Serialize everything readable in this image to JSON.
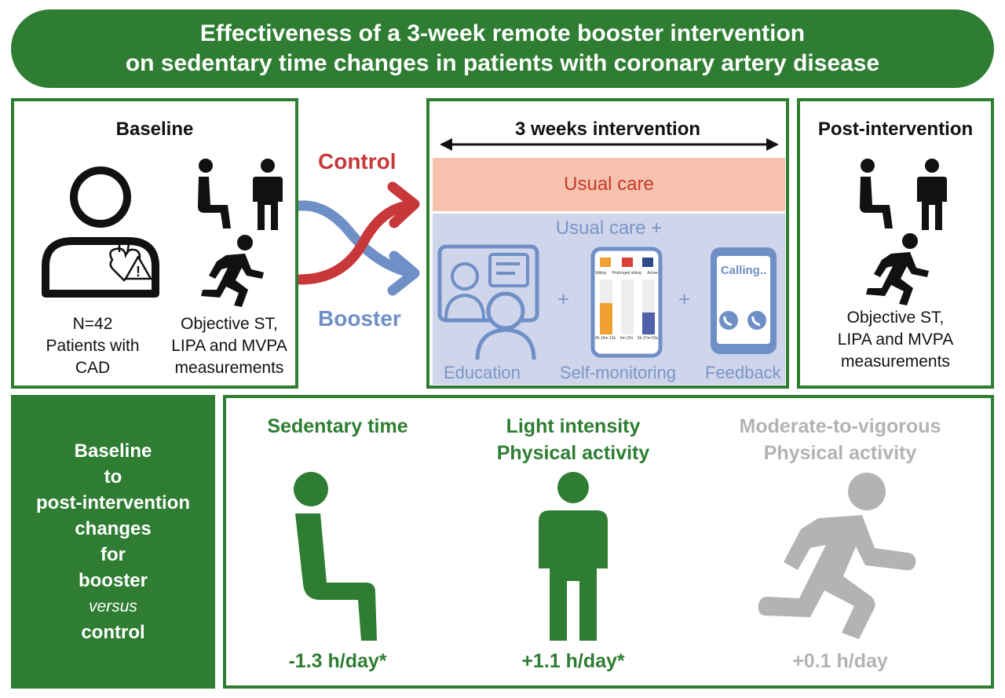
{
  "title": {
    "line1": "Effectiveness of a 3-week remote booster intervention",
    "line2": "on sedentary time changes in patients with coronary artery disease"
  },
  "baseline": {
    "heading": "Baseline",
    "patients_lines": [
      "N=42",
      "Patients with",
      "CAD"
    ],
    "measure_lines": [
      "Objective ST,",
      "LIPA and MVPA",
      "measurements"
    ]
  },
  "arms": {
    "control": "Control",
    "booster": "Booster"
  },
  "intervention": {
    "duration": "3 weeks intervention",
    "usual_care": "Usual care",
    "usual_care_plus": "Usual care +",
    "components": [
      "Education",
      "Self-monitoring",
      "Feedback"
    ],
    "plus": "+",
    "phone_text": "Calling..",
    "app_labels": [
      "Sitting",
      "Prolonged sitting",
      "Active"
    ],
    "app_times": [
      "9h 16m 12s",
      "9m 22s",
      "6h 27m 53s"
    ]
  },
  "post": {
    "heading": "Post-intervention",
    "measure_lines": [
      "Objective ST,",
      "LIPA and MVPA",
      "measurements"
    ]
  },
  "changes_label": {
    "lines": [
      "Baseline",
      "to",
      "post-intervention",
      "changes",
      "for",
      "booster",
      "versus",
      "control"
    ]
  },
  "results": [
    {
      "title_lines": [
        "Sedentary time"
      ],
      "value": "-1.3 h/day*",
      "color": "#2e7d32"
    },
    {
      "title_lines": [
        "Light intensity",
        "Physical activity"
      ],
      "value": "+1.1 h/day*",
      "color": "#2e7d32"
    },
    {
      "title_lines": [
        "Moderate-to-vigorous",
        "Physical activity"
      ],
      "value": "+0.1 h/day",
      "color": "#b3b3b3"
    }
  ],
  "colors": {
    "green": "#2e7d32",
    "red": "#c8373a",
    "blue": "#6f8fc7",
    "salmon": "#f7c2ad",
    "lavender": "#cfd5ea"
  }
}
